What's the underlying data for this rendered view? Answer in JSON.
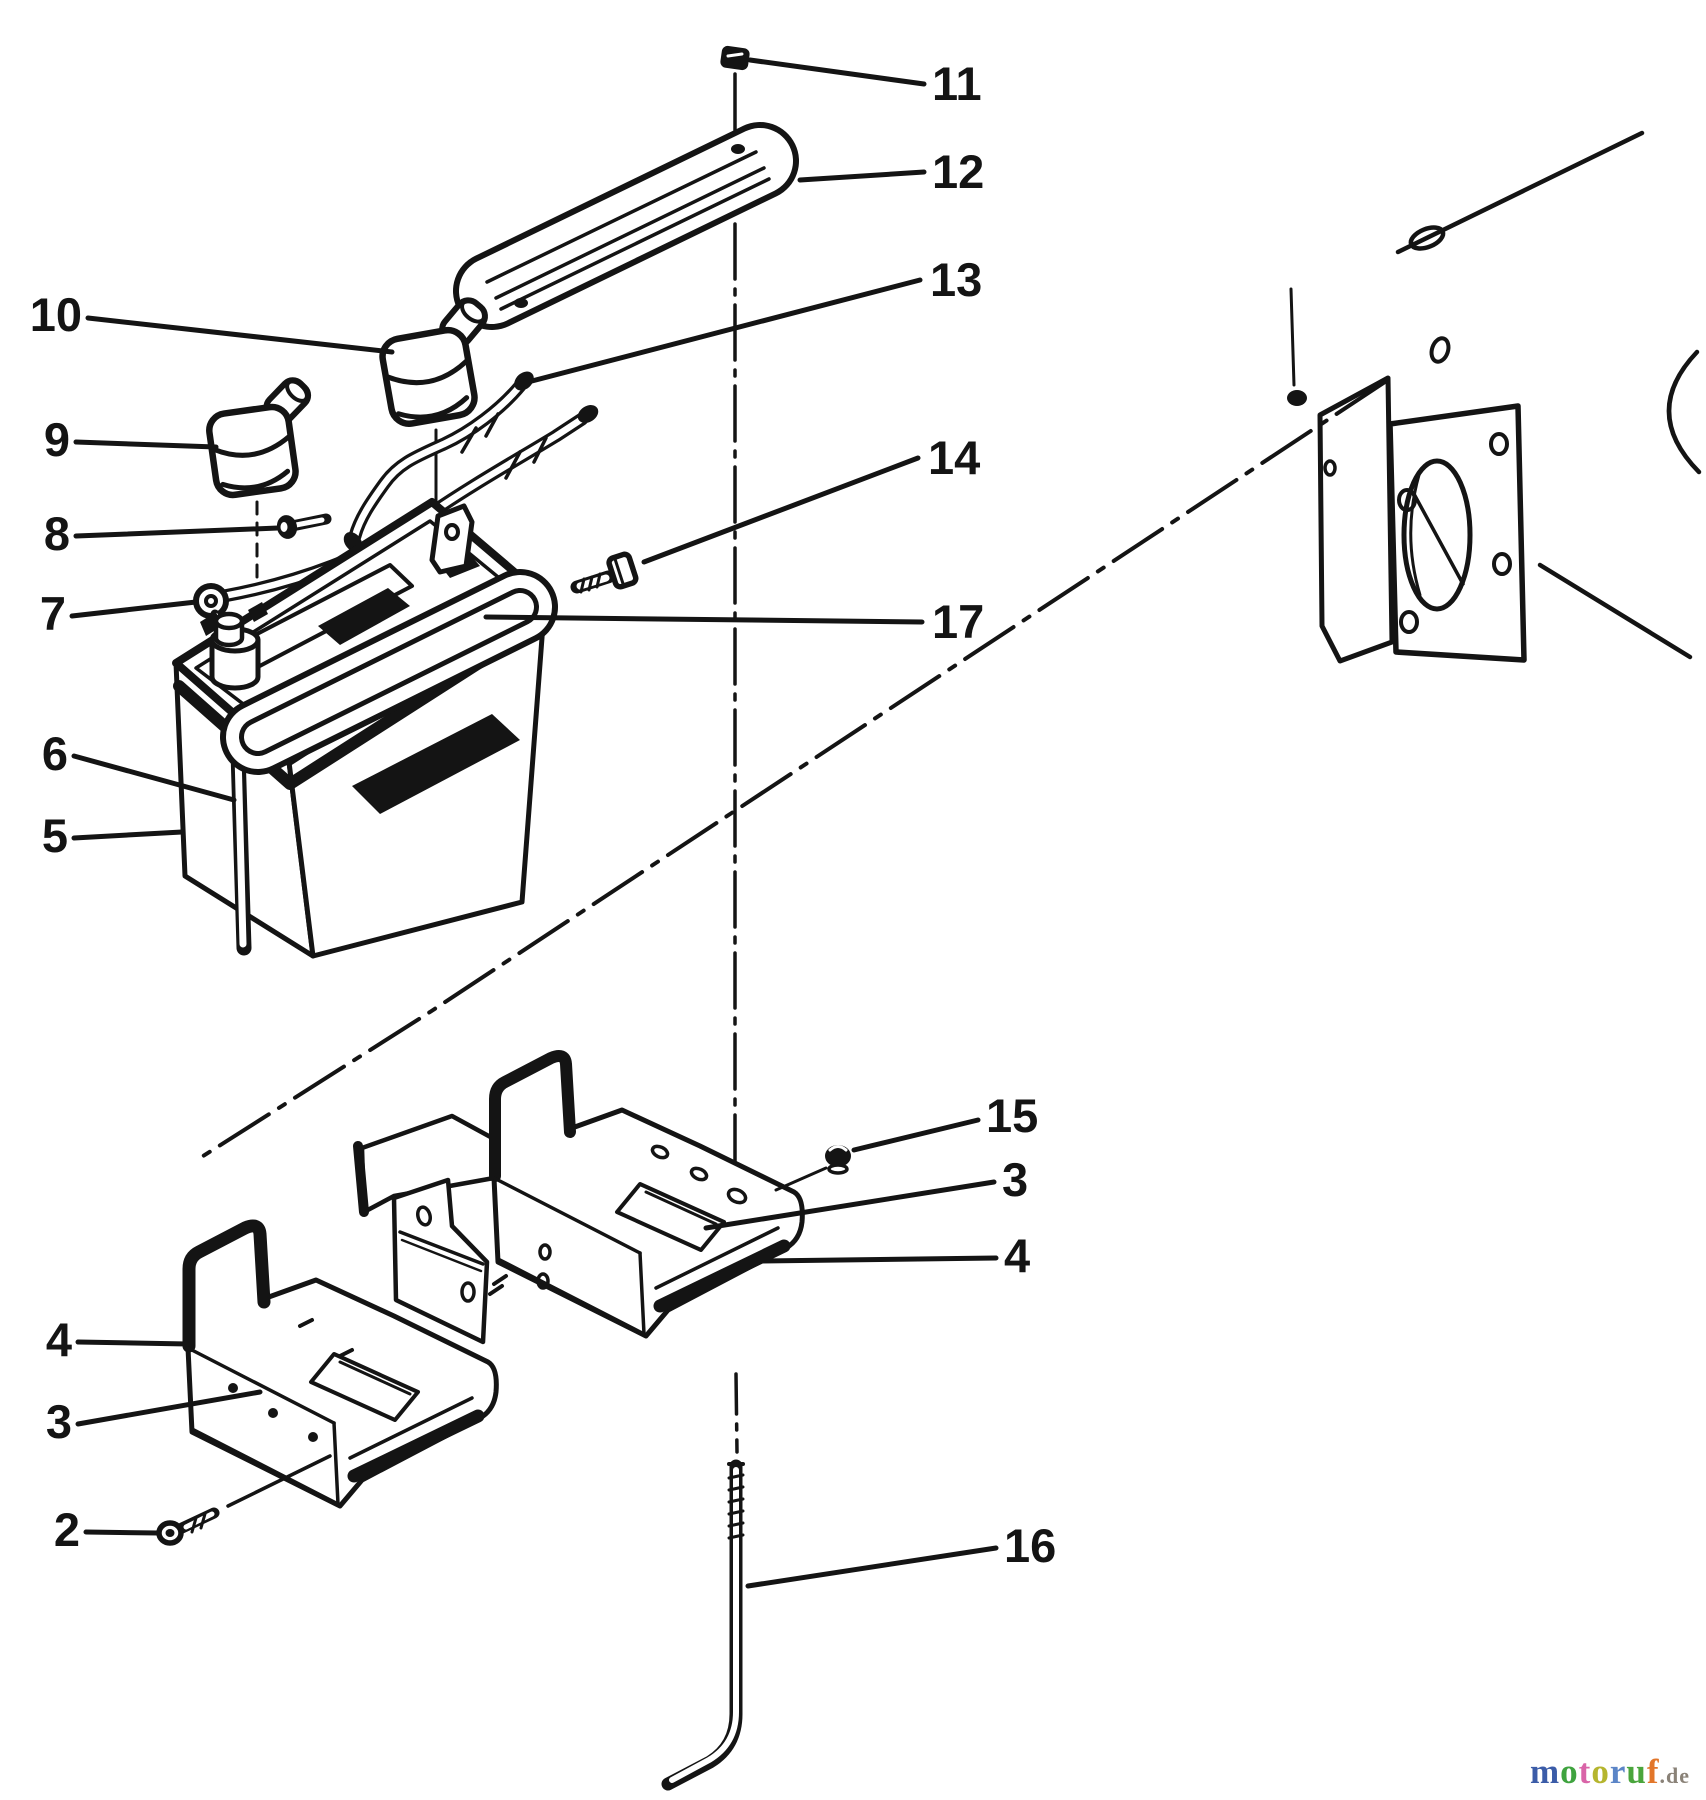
{
  "colors": {
    "ink": "#141414",
    "background": "#ffffff"
  },
  "callouts": {
    "left": [
      {
        "id": "callout-10",
        "label": "10"
      },
      {
        "id": "callout-9",
        "label": "9"
      },
      {
        "id": "callout-8",
        "label": "8"
      },
      {
        "id": "callout-7",
        "label": "7"
      },
      {
        "id": "callout-6",
        "label": "6"
      },
      {
        "id": "callout-5",
        "label": "5"
      },
      {
        "id": "callout-4-lower",
        "label": "4"
      },
      {
        "id": "callout-3-lower",
        "label": "3"
      },
      {
        "id": "callout-2",
        "label": "2"
      }
    ],
    "right": [
      {
        "id": "callout-11",
        "label": "11"
      },
      {
        "id": "callout-12",
        "label": "12"
      },
      {
        "id": "callout-13",
        "label": "13"
      },
      {
        "id": "callout-14",
        "label": "14"
      },
      {
        "id": "callout-17",
        "label": "17"
      },
      {
        "id": "callout-15",
        "label": "15"
      },
      {
        "id": "callout-3-upper",
        "label": "3"
      },
      {
        "id": "callout-4-upper",
        "label": "4"
      },
      {
        "id": "callout-16",
        "label": "16"
      }
    ]
  },
  "watermark": {
    "letters": [
      {
        "ch": "m",
        "color": "#3b5ca8"
      },
      {
        "ch": "o",
        "color": "#3fa33f"
      },
      {
        "ch": "t",
        "color": "#d964a8"
      },
      {
        "ch": "o",
        "color": "#b5b52e"
      },
      {
        "ch": "r",
        "color": "#5b85c7"
      },
      {
        "ch": "u",
        "color": "#4aa53c"
      },
      {
        "ch": "f",
        "color": "#e2762a"
      }
    ],
    "suffix": ".de",
    "suffix_color": "#8a8278"
  }
}
